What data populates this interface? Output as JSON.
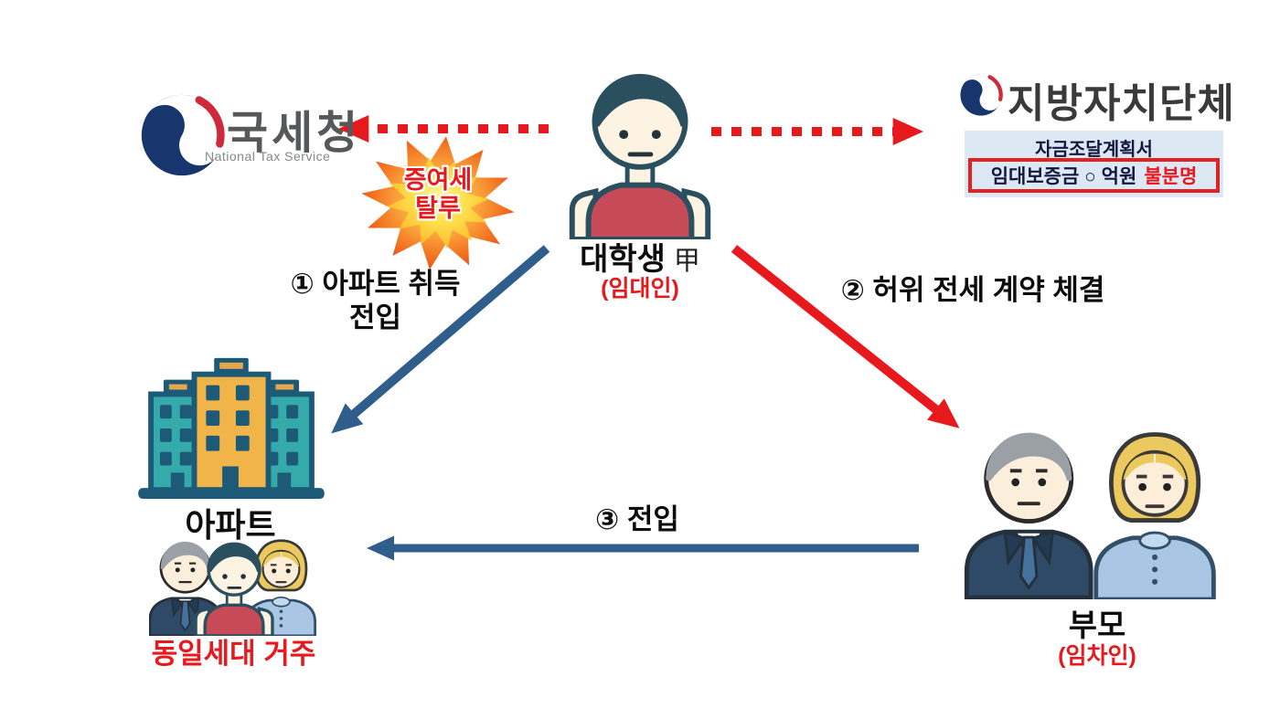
{
  "nts": {
    "title": "국세청",
    "subtitle": "National Tax Service"
  },
  "local_gov": {
    "title": "지방자치단체",
    "funding_plan": {
      "title": "자금조달계획서",
      "deposit_line": "임대보증금 ○ 억원",
      "status": "불분명"
    }
  },
  "burst": {
    "line1": "증여세",
    "line2": "탈루"
  },
  "student": {
    "name": "대학생",
    "hanja": "甲",
    "role": "(임대인)"
  },
  "steps": {
    "step1_line1": "① 아파트 취득",
    "step1_line2": "전입",
    "step2": "② 허위 전세 계약 체결",
    "step3": "③ 전입"
  },
  "apartment": {
    "label": "아파트"
  },
  "household": {
    "label": "동일세대 거주"
  },
  "parents": {
    "label": "부모",
    "role": "(임차인)"
  },
  "icons": {
    "nts_emblem": "korea-government-emblem-icon",
    "localgov_emblem": "korea-government-emblem-icon",
    "burst": "starburst-explosion-icon",
    "student": "student-person-icon",
    "apartment": "apartment-building-icon",
    "family": "same-household-family-icon",
    "parents": "parents-couple-icon"
  },
  "colors": {
    "arrow_red": "#e8191c",
    "arrow_blue": "#2f5e8d",
    "label_red": "#e8191c",
    "text_dark": "#0d0d0d",
    "gov_gray": "#57585a",
    "govname_gray": "#3a3a3a",
    "box_bg": "#dce9f5",
    "box_border": "#e1231f",
    "box_text": "#16163f",
    "emblem_navy": "#17366e",
    "emblem_red": "#cf2a3c"
  }
}
